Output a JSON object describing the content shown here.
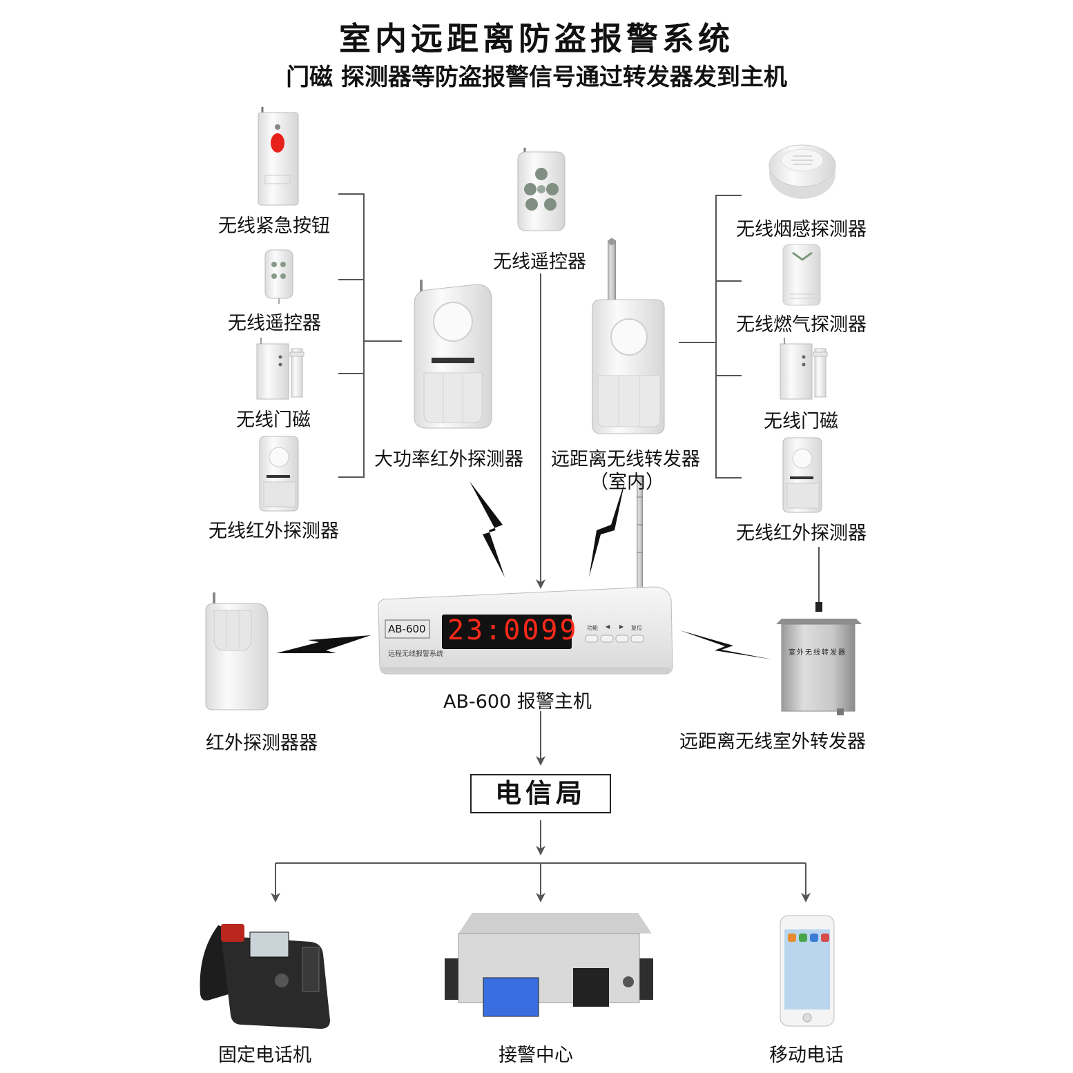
{
  "title": "室内远距离防盗报警系统",
  "subtitle": "门磁 探测器等防盗报警信号通过转发器发到主机",
  "left_group": {
    "emergency_button": "无线紧急按钮",
    "remote": "无线遥控器",
    "door_sensor": "无线门磁",
    "ir_detector": "无线红外探测器"
  },
  "high_power_ir": "大功率红外探测器",
  "center_remote": "无线遥控器",
  "indoor_repeater": "远距离无线转发器",
  "indoor_repeater_note": "（室内）",
  "right_group": {
    "smoke_detector": "无线烟感探测器",
    "gas_detector": "无线燃气探测器",
    "door_sensor": "无线门磁",
    "ir_detector": "无线红外探测器"
  },
  "host": {
    "badge": "AB-600",
    "display": "23:0099",
    "subtitle": "远程无线报警系统",
    "btn_func": "功能",
    "btn_left": "◀",
    "btn_right": "▶",
    "btn_reset": "复位",
    "label": "AB-600 报警主机"
  },
  "side_ir_detector": "红外探测器器",
  "outdoor_repeater": "远距离无线室外转发器",
  "outdoor_repeater_plate": "室外无线转发器",
  "telecom": "电信局",
  "outputs": {
    "landline": "固定电话机",
    "alarm_center": "接警中心",
    "mobile": "移动电话"
  },
  "colors": {
    "line": "#555555",
    "bolt": "#111111",
    "alarm_red": "#e8201c",
    "display_red": "#ff2a1a",
    "lcd_blue": "#3a6ee0"
  }
}
